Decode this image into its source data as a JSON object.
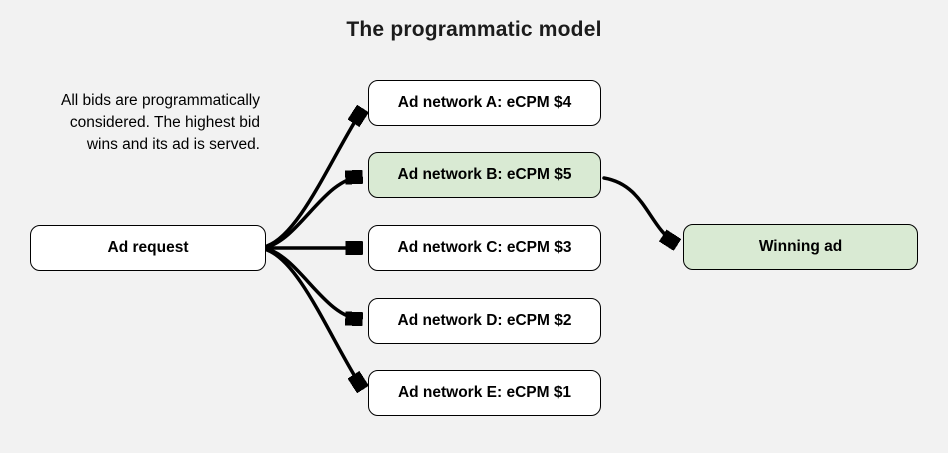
{
  "title": "The programmatic model",
  "description": {
    "lines": [
      "All bids are programmatically",
      "considered. The highest bid",
      "wins and its ad is served."
    ]
  },
  "colors": {
    "background": "#f2f2f2",
    "box_fill": "#ffffff",
    "box_border": "#000000",
    "highlight_fill": "#d9ead3",
    "arrow": "#000000",
    "text": "#000000"
  },
  "nodes": {
    "ad_request": {
      "label": "Ad request"
    },
    "networks": [
      {
        "id": "A",
        "label": "Ad network A: eCPM $4",
        "ecpm": 4,
        "highlight": false
      },
      {
        "id": "B",
        "label": "Ad network B: eCPM $5",
        "ecpm": 5,
        "highlight": true
      },
      {
        "id": "C",
        "label": "Ad network C: eCPM $3",
        "ecpm": 3,
        "highlight": false
      },
      {
        "id": "D",
        "label": "Ad network D: eCPM $2",
        "ecpm": 2,
        "highlight": false
      },
      {
        "id": "E",
        "label": "Ad network E: eCPM $1",
        "ecpm": 1,
        "highlight": false
      }
    ],
    "winning_ad": {
      "label": "Winning ad",
      "highlight": true
    }
  }
}
